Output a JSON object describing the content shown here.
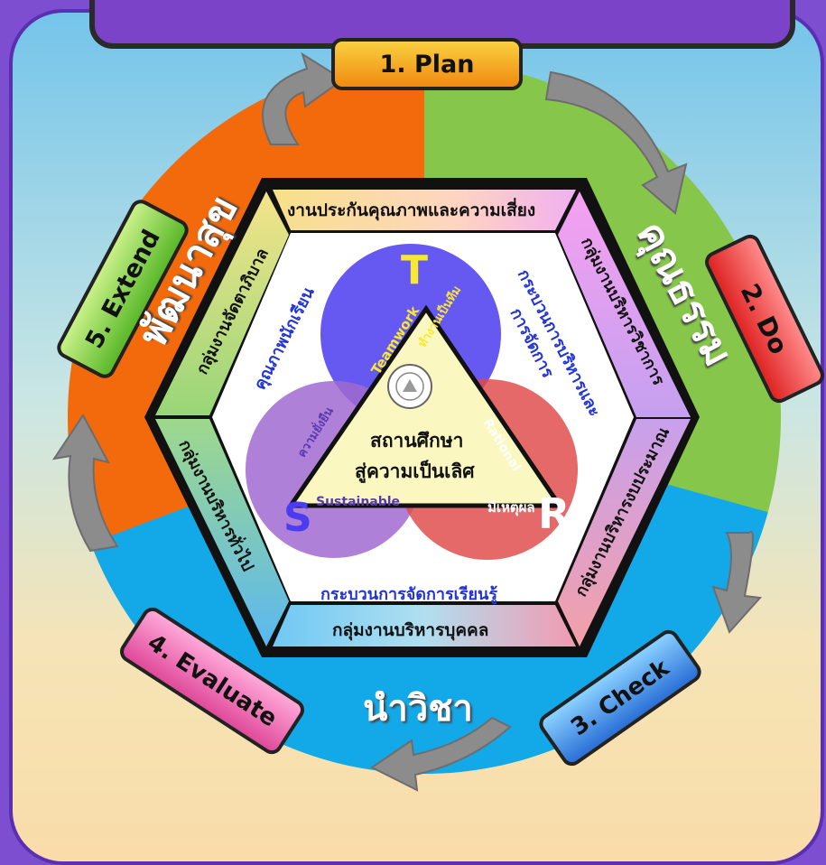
{
  "steps": {
    "plan": "1. Plan",
    "do": "2. Do",
    "check": "3. Check",
    "evaluate": "4. Evaluate",
    "extend": "5. Extend"
  },
  "sectors": {
    "top_right": "คุณธรรม",
    "left": "พัฒนาสุข",
    "bottom": "นำวิชา"
  },
  "hexagon_sides": {
    "top": "งานประกันคุณภาพและความเสี่ยง",
    "top_right": "กลุ่มงานบริหารวิชาการ",
    "bottom_right": "กลุ่มงานบริหารงบประมาณ",
    "bottom": "กลุ่มงานบริหารบุคคล",
    "bottom_left": "กลุ่มงานบริหารทั่วไป",
    "top_left": "กลุ่มงานจัดตาภิบาล"
  },
  "inner_texts": {
    "student_quality": "คุณภาพนักเรียน",
    "management_line1": "กระบวนการบริหารและ",
    "management_line2": "การจัดการ",
    "learning": "กระบวนการจัดการเรียนรู้"
  },
  "venn": {
    "t_letter": "T",
    "t_thai": "ทำงานเป็นทีม",
    "t_en": "Teamwork",
    "s_letter": "S",
    "s_thai": "ความยั่งยืน",
    "s_en": "Sustainable",
    "r_letter": "R",
    "r_thai": "มีเหตุผล",
    "r_en": "Rational"
  },
  "center": {
    "line1": "สถานศึกษา",
    "line2": "สู่ความเป็นเลิศ"
  },
  "colors": {
    "orange": "#f26a0b",
    "green": "#86c64a",
    "blue": "#13a8e8",
    "venn_blue": "#4b3cf0",
    "venn_purple": "#a06ad0",
    "venn_red": "#e04848",
    "center_triangle": "#fbf7c0"
  }
}
